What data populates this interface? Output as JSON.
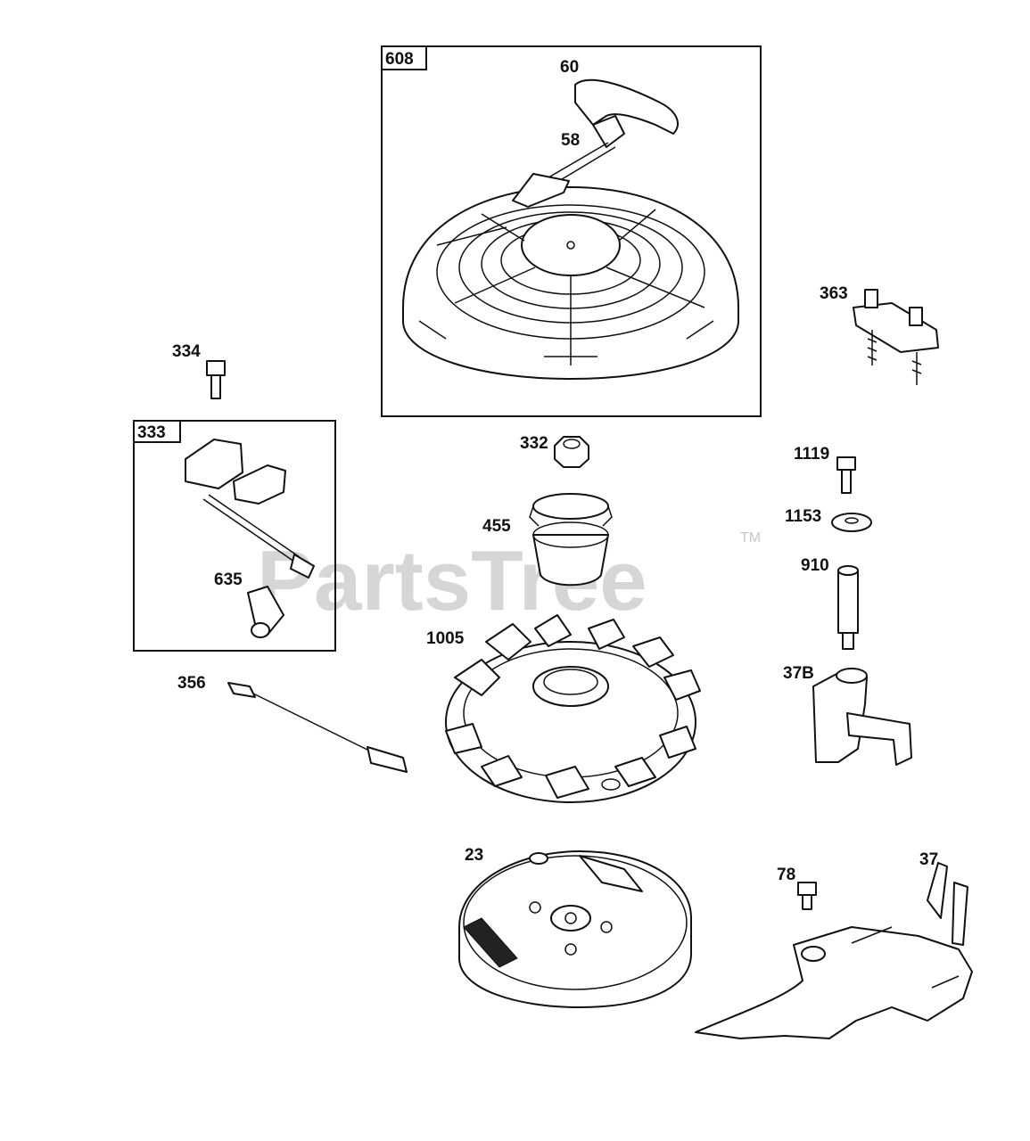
{
  "watermark": {
    "text": "PartsTree",
    "trademark": "TM"
  },
  "assemblies": [
    {
      "id": "608",
      "children": [
        "60",
        "58"
      ]
    },
    {
      "id": "333",
      "children": [
        "635"
      ]
    }
  ],
  "callouts": {
    "c608": "608",
    "c60": "60",
    "c58": "58",
    "c363": "363",
    "c334": "334",
    "c333": "333",
    "c332": "332",
    "c1119": "1119",
    "c455": "455",
    "c1153": "1153",
    "c635": "635",
    "c910": "910",
    "c1005": "1005",
    "c37B": "37B",
    "c356": "356",
    "c23": "23",
    "c78": "78",
    "c37": "37"
  }
}
